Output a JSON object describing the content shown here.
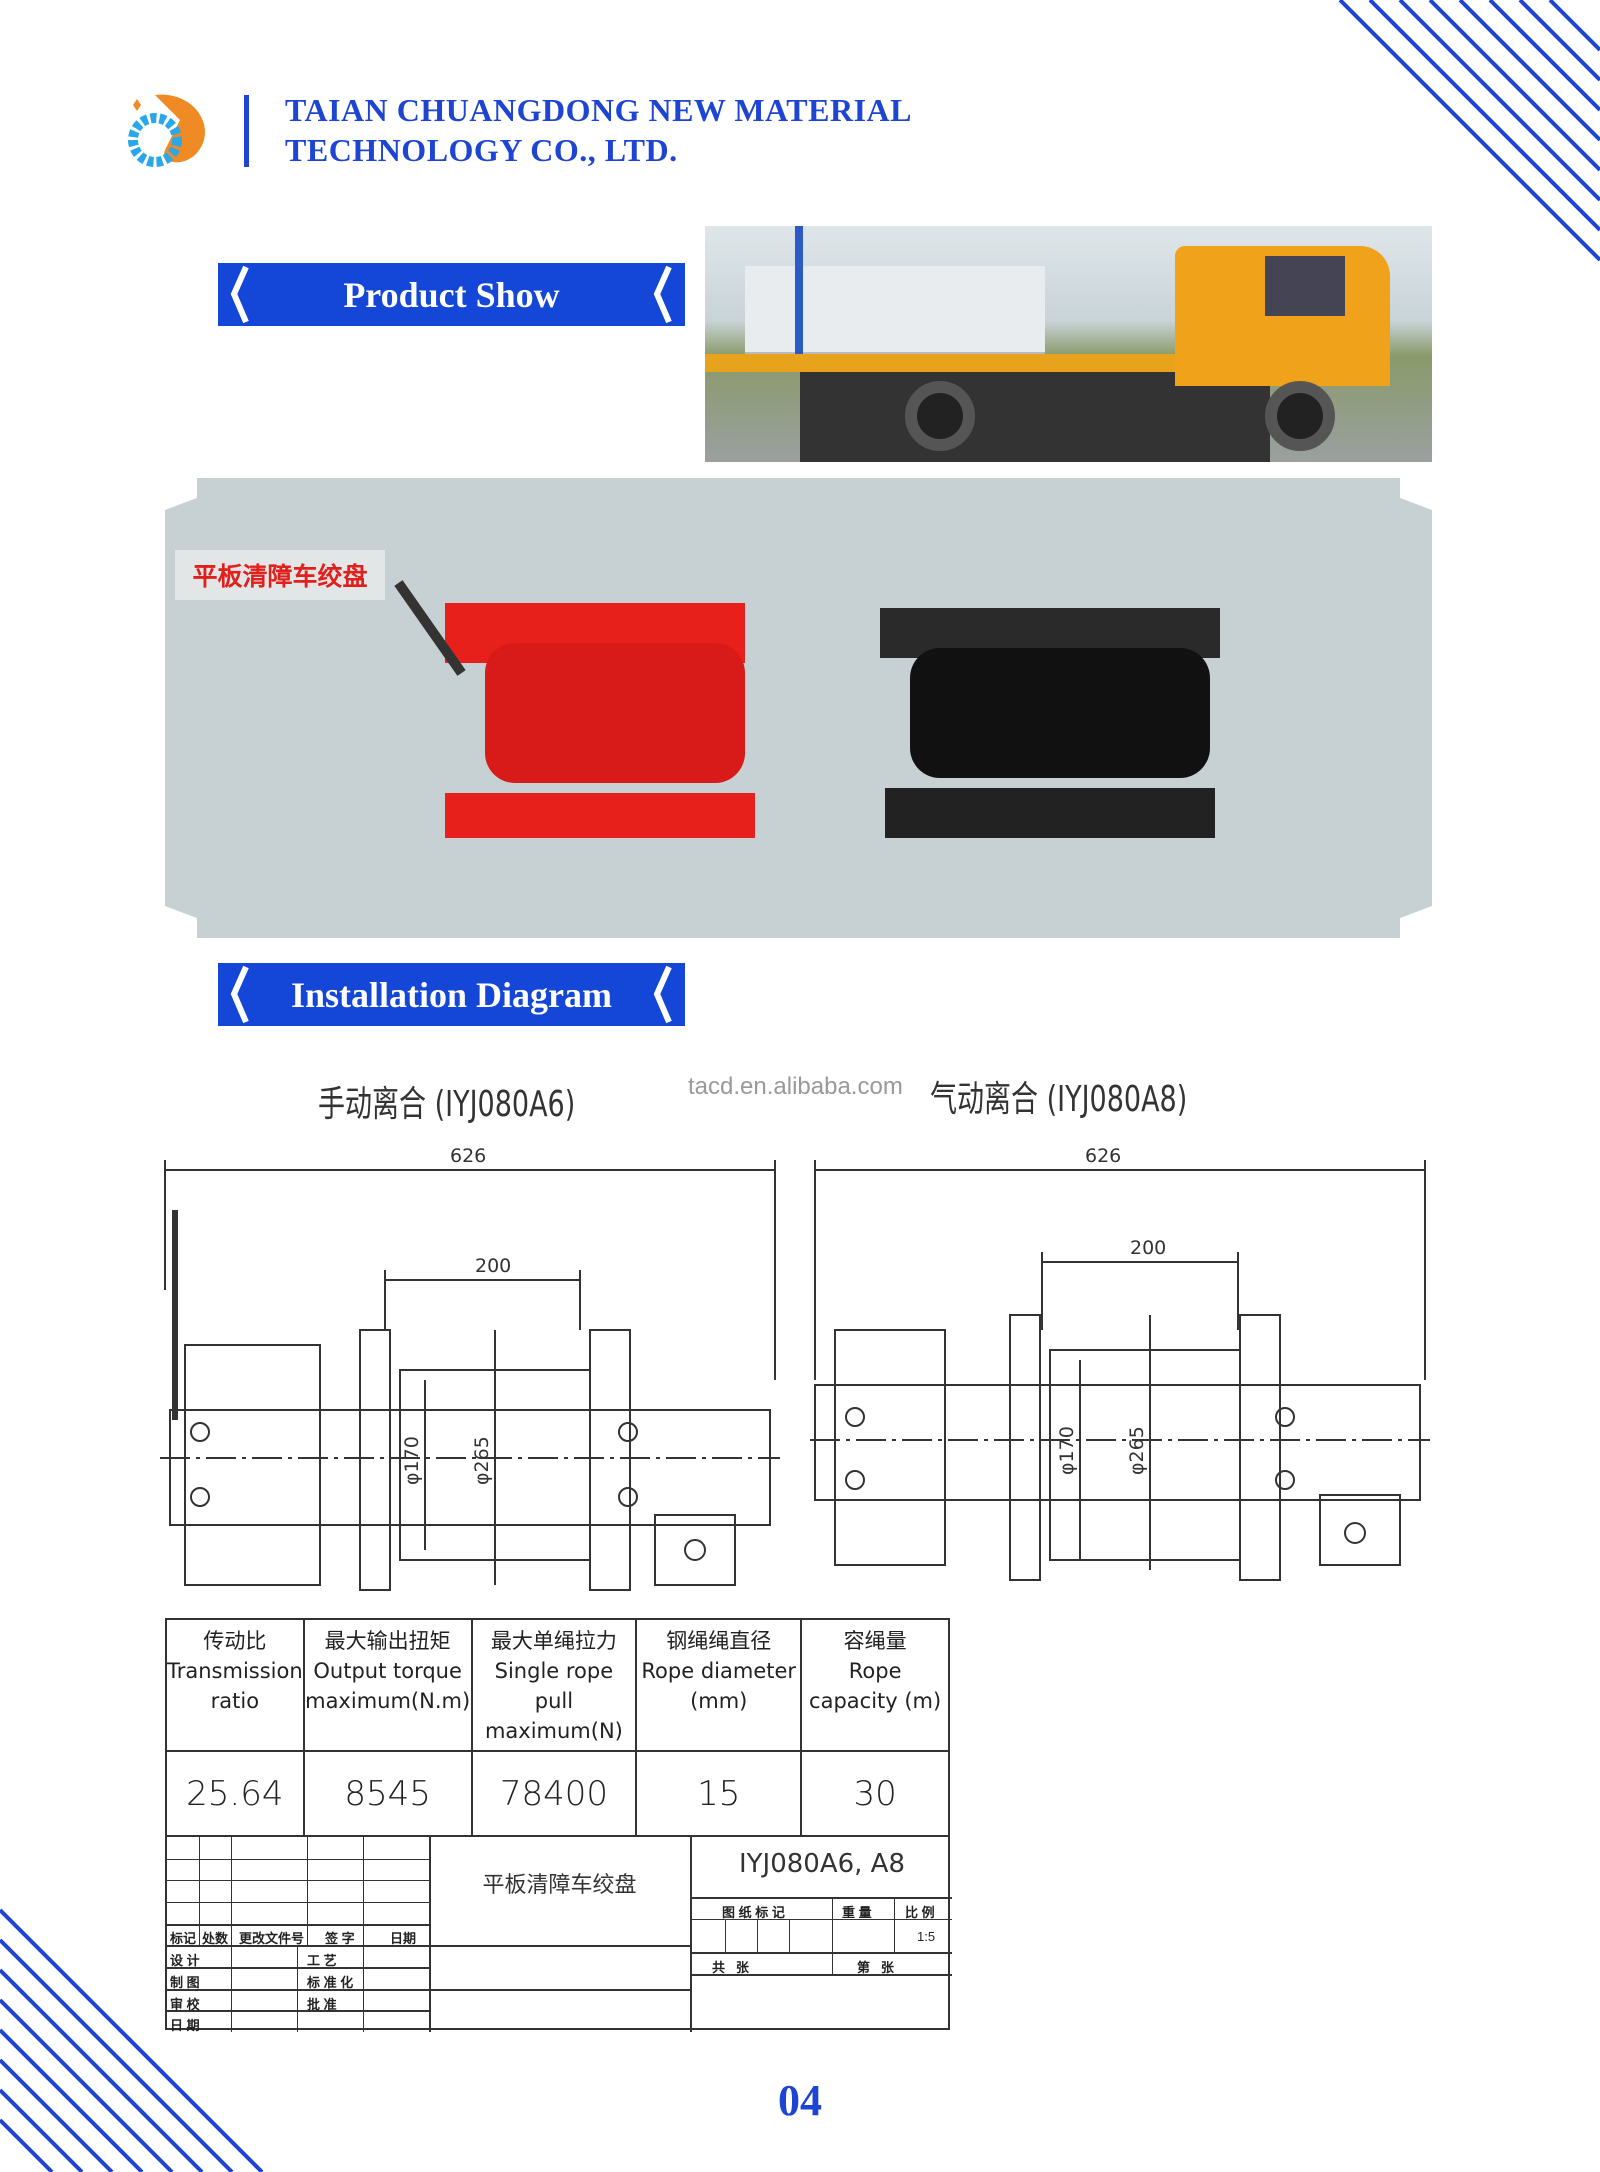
{
  "header": {
    "company_line1": "TAIAN CHUANGDONG NEW MATERIAL",
    "company_line2": "TECHNOLOGY CO., LTD.",
    "brand_color": "#1d44d2",
    "logo_icon": "gear-d-logo"
  },
  "sections": {
    "product_show": "Product Show",
    "installation_diagram": "Installation Diagram"
  },
  "product_panel": {
    "label": "平板清障车绞盘",
    "label_color": "#e0201c",
    "panel_color": "#c7d0d3"
  },
  "diagram": {
    "left_caption": "手动离合 (IYJ080A6)",
    "watermark": "tacd.en.alibaba.com",
    "right_caption": "气动离合 (IYJ080A8)",
    "left_dims": {
      "overall": "626",
      "drum": "200",
      "d1": "φ170",
      "d2": "φ265"
    },
    "right_dims": {
      "overall": "626",
      "drum": "200",
      "d1": "φ170",
      "d2": "φ265"
    }
  },
  "spec_table": {
    "headers": [
      {
        "cn": "传动比",
        "en": "Transmission ratio"
      },
      {
        "cn": "最大输出扭矩",
        "en": "Output torque maximum(N.m)"
      },
      {
        "cn": "最大单绳拉力",
        "en": "Single rope pull maximum(N)"
      },
      {
        "cn": "钢绳绳直径",
        "en": "Rope diameter (mm)"
      },
      {
        "cn": "容绳量",
        "en": "Rope capacity (m)"
      }
    ],
    "values": [
      "25.64",
      "8545",
      "78400",
      "15",
      "30"
    ]
  },
  "title_block": {
    "name": "平板清障车绞盘",
    "model": "IYJ080A6, A8",
    "rev_headers": [
      "标记",
      "处数",
      "更改文件号",
      "签 字",
      "日期"
    ],
    "left_rows": [
      "设 计",
      "制 图",
      "审 校",
      "日 期"
    ],
    "mid_rows": [
      "工 艺",
      "标 准 化",
      "批 准"
    ],
    "right_headers": [
      "图 纸 标 记",
      "重 量",
      "比 例"
    ],
    "scale": "1:5",
    "sheets_total": "共   张",
    "sheet_no": "第   张"
  },
  "page_number": "04"
}
